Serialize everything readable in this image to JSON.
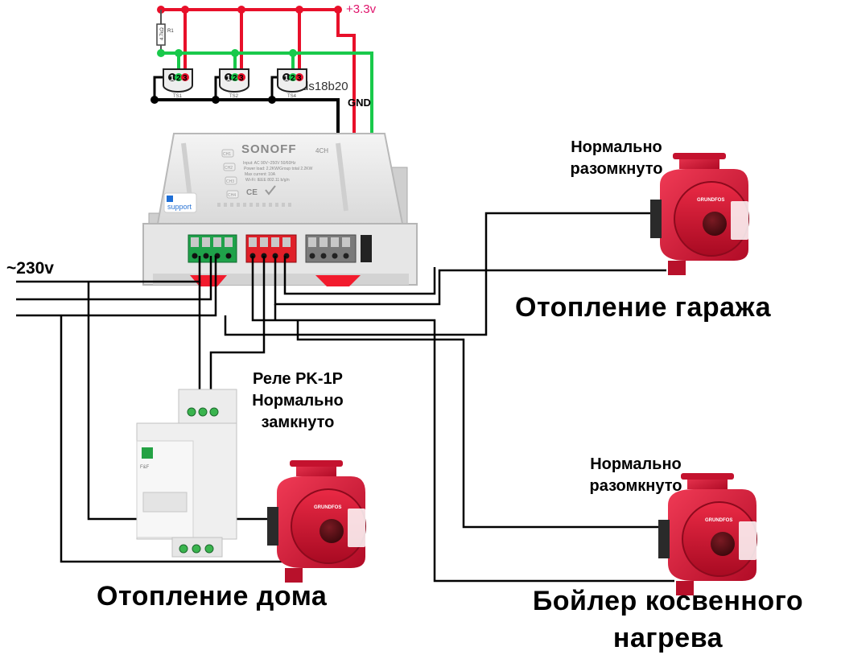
{
  "supply": {
    "line_voltage": "~230v",
    "logic_voltage": "+3.3v",
    "ground": "GND"
  },
  "sensors": {
    "model": "ds18b20",
    "resistor_label": "4.7kΩ",
    "resistor_ref": "R1",
    "pins": [
      "1",
      "2",
      "3"
    ],
    "refs": [
      "TS1",
      "TS2",
      "TS4"
    ]
  },
  "controller": {
    "brand": "SONOFF",
    "model": "4CH",
    "badge": "support",
    "cert": "CE",
    "spec_lines": [
      "Input: AC 90V~250V 50/60Hz",
      "Power load: 2.2KW/Group total 2.2KW",
      "Max current: 10A",
      "Wi-Fi: IEEE 802.11 b/g/n"
    ],
    "channel_labels": [
      "CH1",
      "CH2",
      "CH3",
      "CH4"
    ]
  },
  "relay": {
    "title": "Реле PK-1P",
    "state": "Нормально",
    "state2": "замкнуто",
    "brand_mark": "F&F"
  },
  "pumps": [
    {
      "id": "garage",
      "state": "Нормально",
      "state2": "разомкнуто",
      "caption": "Отопление гаража",
      "brand": "GRUNDFOS"
    },
    {
      "id": "house",
      "caption": "Отопление дома",
      "brand": "GRUNDFOS"
    },
    {
      "id": "boiler",
      "state": "Нормально",
      "state2": "разомкнуто",
      "caption": "Бойлер косвенного",
      "caption2": "нагрева",
      "brand": "GRUNDFOS"
    }
  ],
  "colors": {
    "wire_power": "#000000",
    "wire_vcc": "#e8102a",
    "wire_data": "#19c94b",
    "wire_gnd": "#000000",
    "pump_red": "#d81537",
    "terminal_green": "#1fa24a",
    "terminal_red": "#e01f28",
    "terminal_gray": "#7b7b7b"
  }
}
